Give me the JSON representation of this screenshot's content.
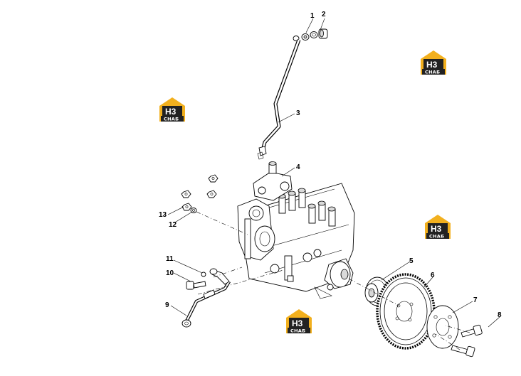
{
  "callouts": [
    {
      "id": "c1",
      "text": "1"
    },
    {
      "id": "c2",
      "text": "2"
    },
    {
      "id": "c3",
      "text": "3"
    },
    {
      "id": "c4",
      "text": "4"
    },
    {
      "id": "c5",
      "text": "5"
    },
    {
      "id": "c6",
      "text": "6"
    },
    {
      "id": "c7",
      "text": "7"
    },
    {
      "id": "c8",
      "text": "8"
    },
    {
      "id": "c9",
      "text": "9"
    },
    {
      "id": "c10",
      "text": "10"
    },
    {
      "id": "c11",
      "text": "11"
    },
    {
      "id": "c12",
      "text": "12"
    },
    {
      "id": "c13",
      "text": "13"
    }
  ],
  "watermark": {
    "letters": "H3",
    "brand": "CHAБ",
    "colors": {
      "yellow": "#f2b01e",
      "dark": "#222222"
    }
  }
}
